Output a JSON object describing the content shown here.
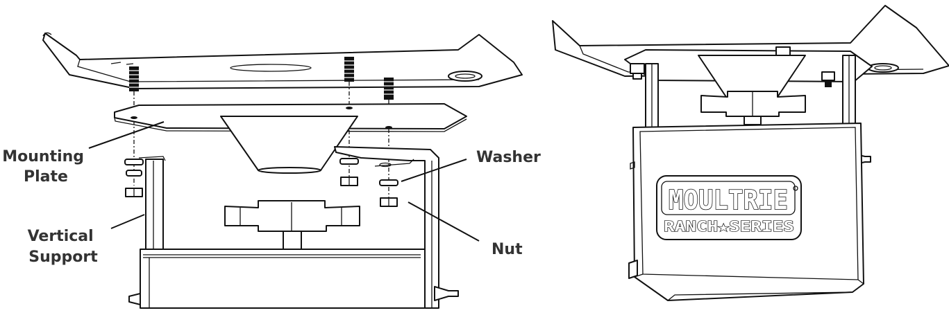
{
  "callouts": {
    "mounting_plate": [
      "Mounting",
      "Plate"
    ],
    "vertical_support": [
      "Vertical",
      "Support"
    ],
    "washer": "Washer",
    "nut": "Nut"
  },
  "logo": {
    "brand": "MOULTRIE",
    "series": "RANCH★SERIES"
  },
  "colors": {
    "line": "#111111",
    "label": "#333333",
    "background": "#ffffff"
  }
}
